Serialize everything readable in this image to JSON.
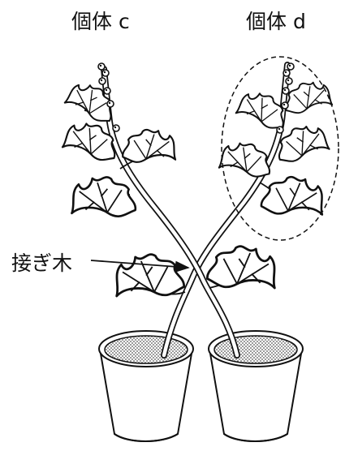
{
  "labels": {
    "individual_c": "個体 c",
    "individual_d": "個体 d",
    "graft": "接ぎ木"
  },
  "colors": {
    "line": "#111111",
    "soil_dot": "#555555",
    "background": "#ffffff"
  }
}
